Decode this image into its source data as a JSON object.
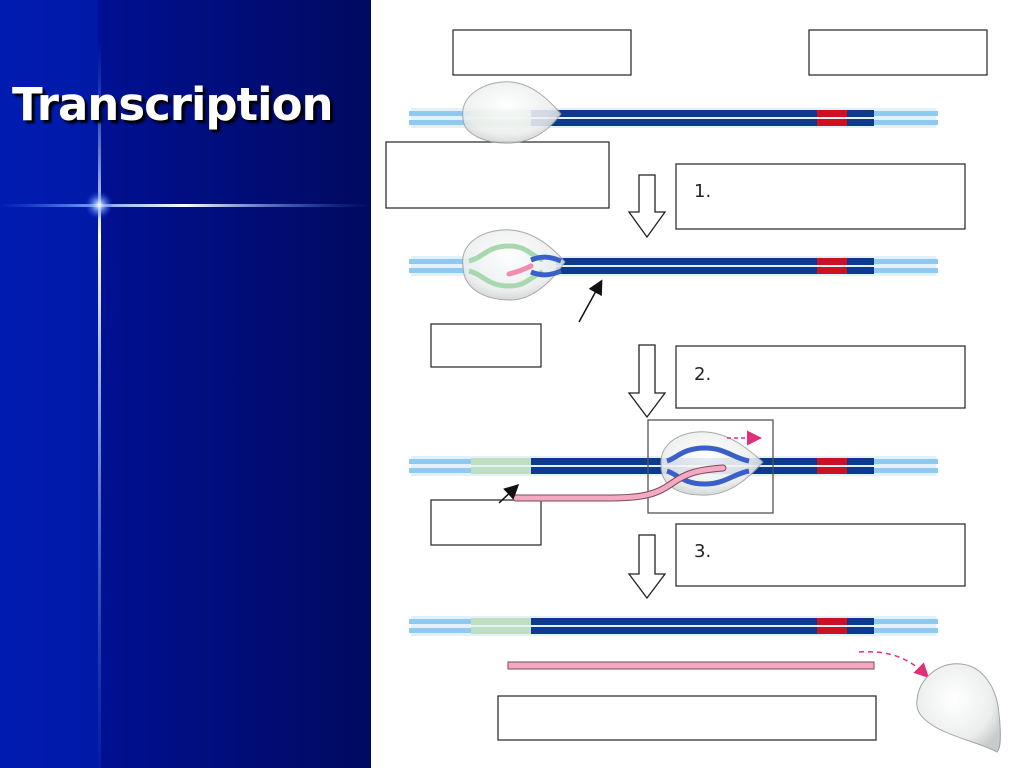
{
  "slide": {
    "title": "Transcription"
  },
  "diagram": {
    "steps": [
      {
        "number": "1."
      },
      {
        "number": "2."
      },
      {
        "number": "3."
      }
    ],
    "colors": {
      "background": "#000c6e",
      "dna_dark": "#0d3a8e",
      "dna_light": "#8ecaf0",
      "promoter": "#bfe0c0",
      "terminator": "#cc1020",
      "mrna": "#f08cb0",
      "arrow_magenta": "#e0307a"
    }
  }
}
